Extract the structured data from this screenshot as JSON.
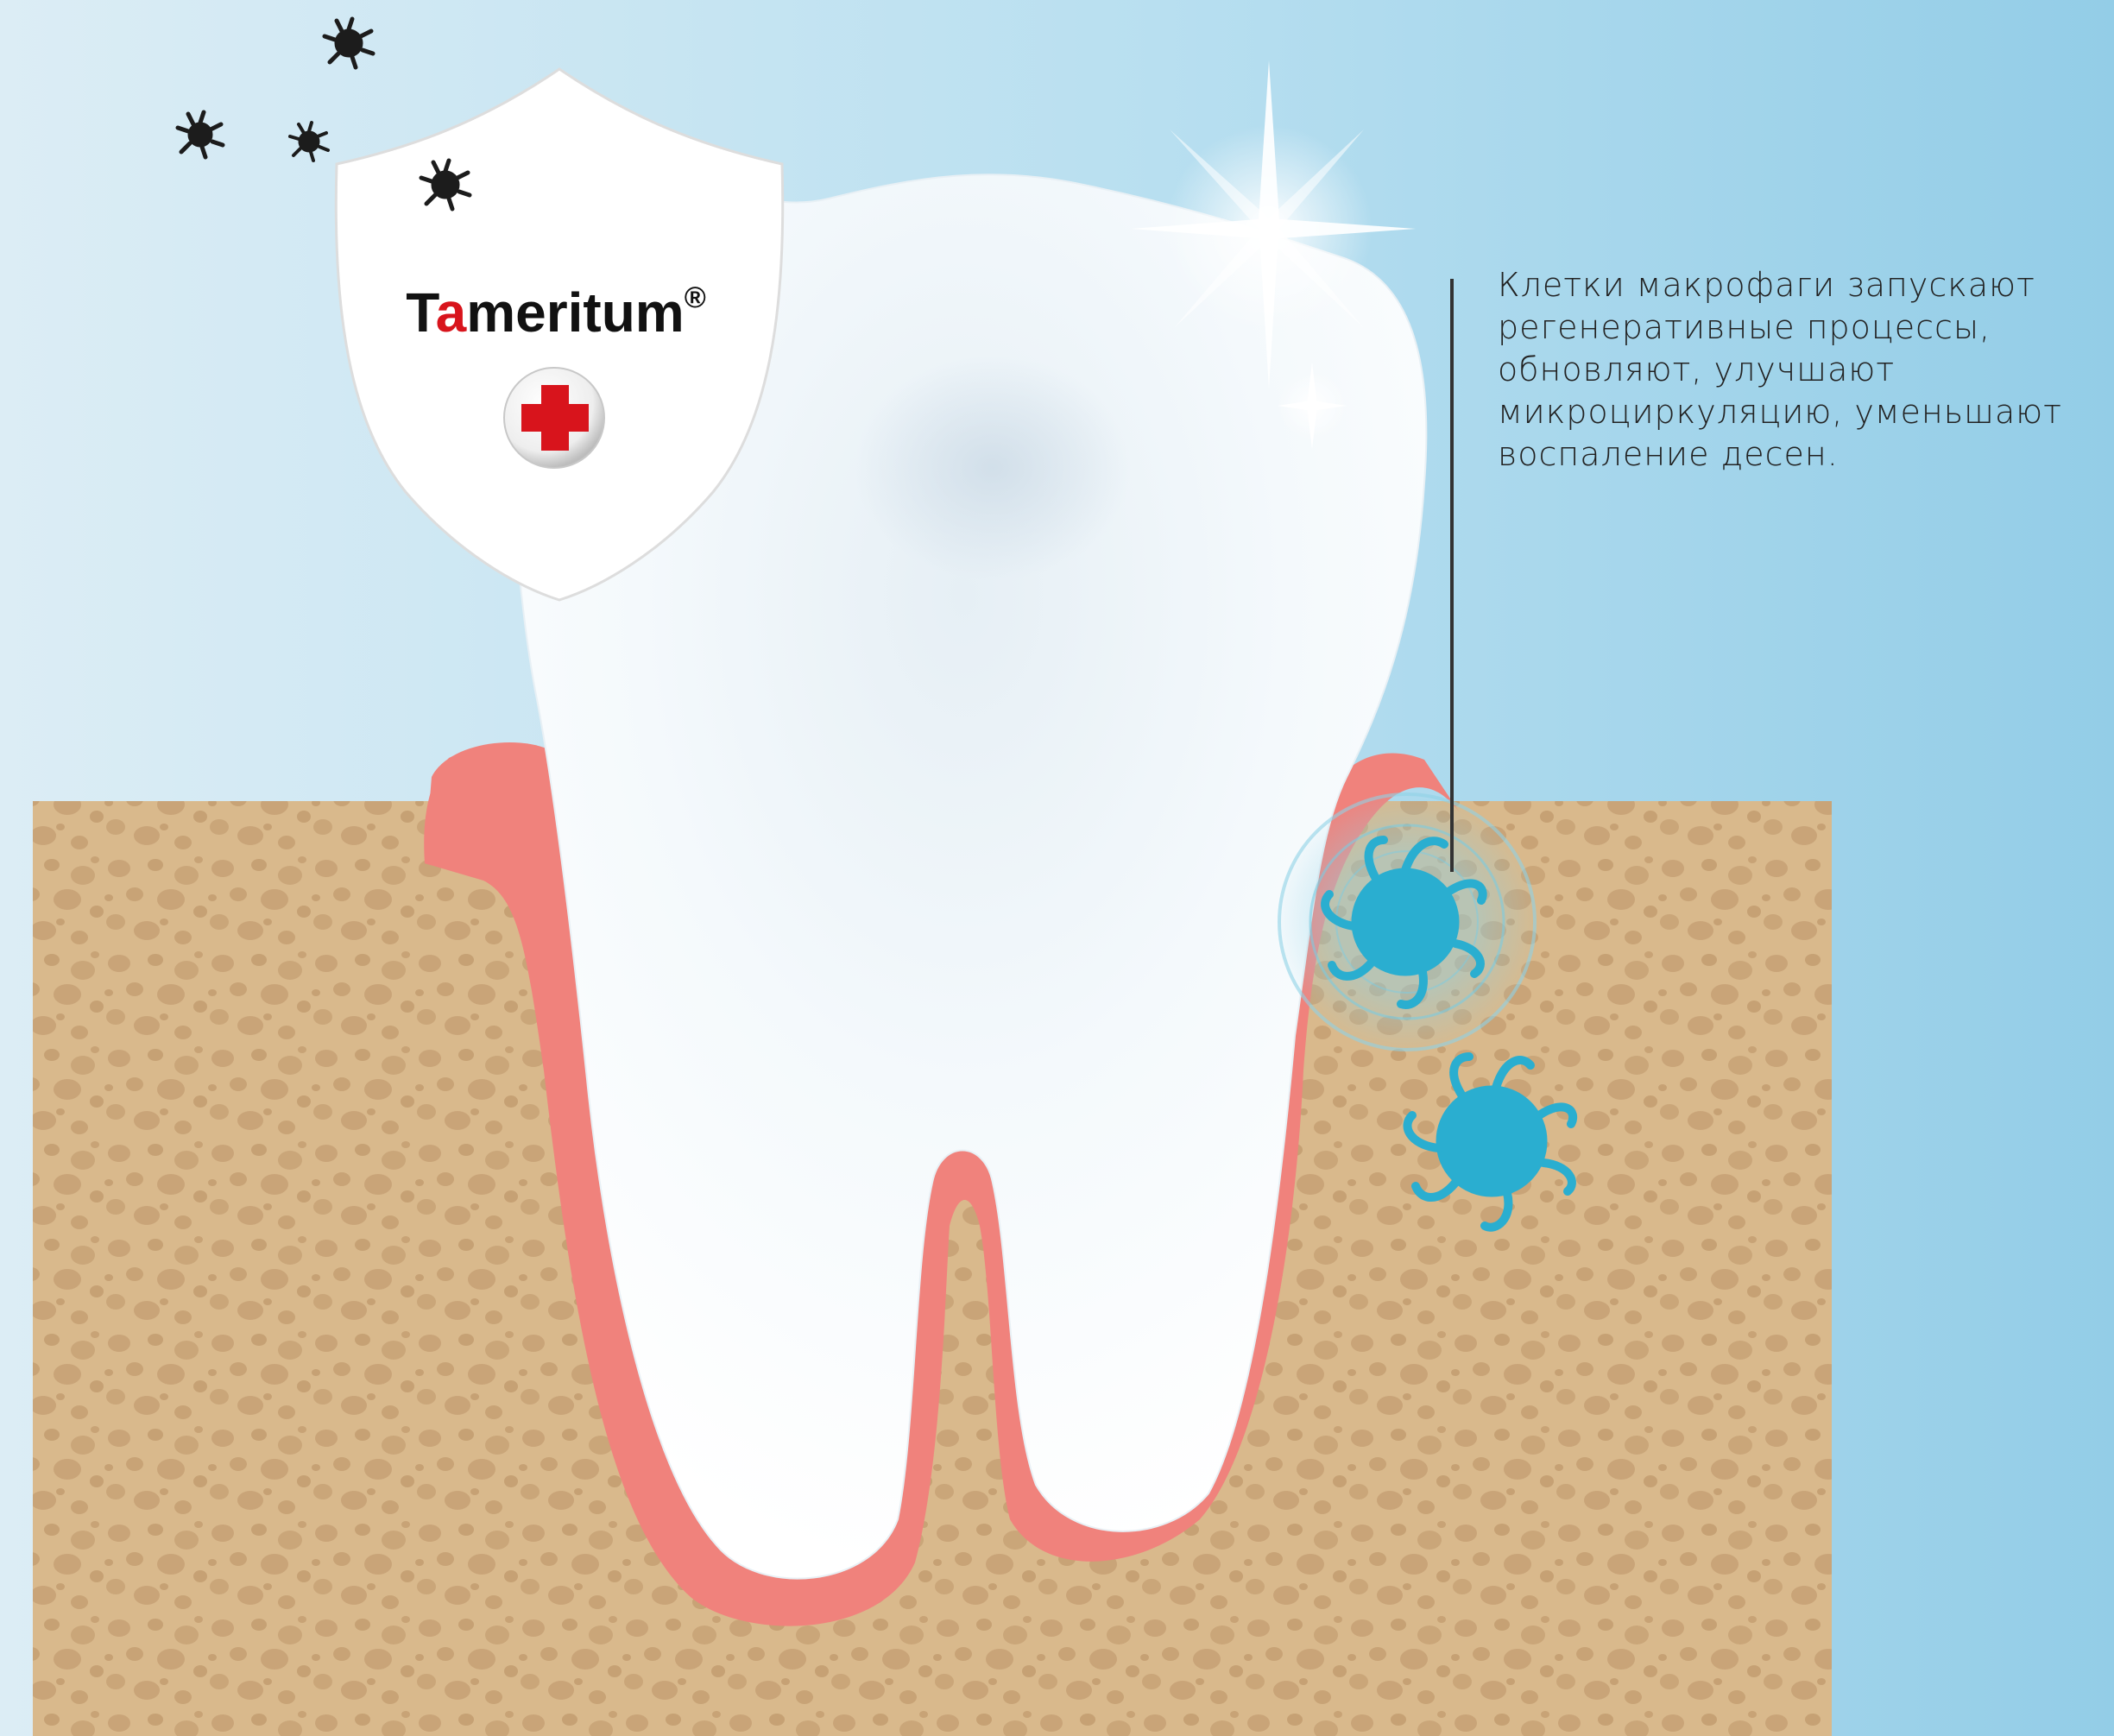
{
  "brand": {
    "name_first": "T",
    "name_accent": "a",
    "name_rest": "meritum",
    "registered_mark": "®",
    "accent_color": "#d8141c"
  },
  "caption": {
    "lines": [
      "Клетки макрофаги запускают",
      "регенеративные процессы,",
      "обновляют, улучшают",
      "микроциркуляцию, уменьшают",
      "воспаление десен."
    ]
  },
  "colors": {
    "background_left": "#dcedf5",
    "background_right": "#98d0e8",
    "bone": "#d9b98c",
    "bone_granule": "#c9a478",
    "gum": "#f0827c",
    "tooth": "#f2f8fc",
    "macrophage": "#2aaed0",
    "germ": "#1c1c1c"
  },
  "icons": {
    "shield": "shield-icon",
    "cross": "red-cross-icon",
    "germ": "germ-icon",
    "macrophage": "macrophage-cell-icon",
    "sparkle": "sparkle-icon"
  }
}
